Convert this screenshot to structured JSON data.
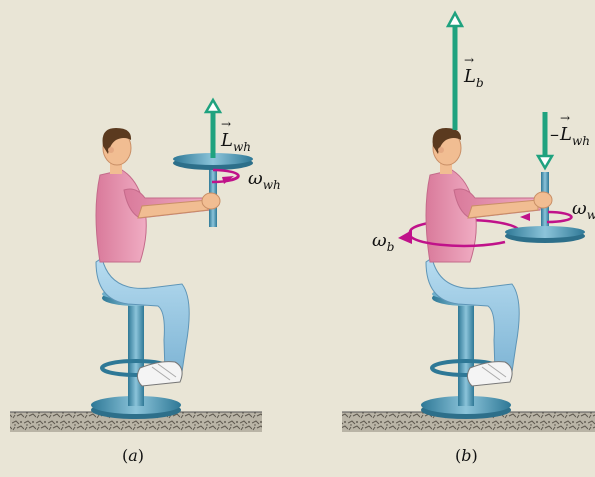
{
  "panel_a": {
    "caption_open": "(",
    "caption_letter": "a",
    "caption_close": ")",
    "wheel_momentum": {
      "symbol": "L",
      "subscript": "wh"
    },
    "wheel_angular_velocity": {
      "symbol": "ω",
      "subscript": "wh"
    }
  },
  "panel_b": {
    "caption_open": "(",
    "caption_letter": "b",
    "caption_close": ")",
    "body_momentum": {
      "symbol": "L",
      "subscript": "b"
    },
    "wheel_momentum": {
      "sign": "–",
      "symbol": "L",
      "subscript": "wh"
    },
    "body_angular_velocity": {
      "symbol": "ω",
      "subscript": "b"
    },
    "wheel_angular_velocity": {
      "symbol": "ω",
      "subscript": "wh"
    }
  },
  "colors": {
    "background": "#e9e5d6",
    "arrow": "#1fa27f",
    "rotation_arrow": "#c0128a",
    "stool": "#4f9dbd",
    "shirt": "#e899b3",
    "jeans": "#9bc9e4",
    "skin": "#f1bd92",
    "hair": "#5b3a1f",
    "floor": "#8e8a80"
  }
}
